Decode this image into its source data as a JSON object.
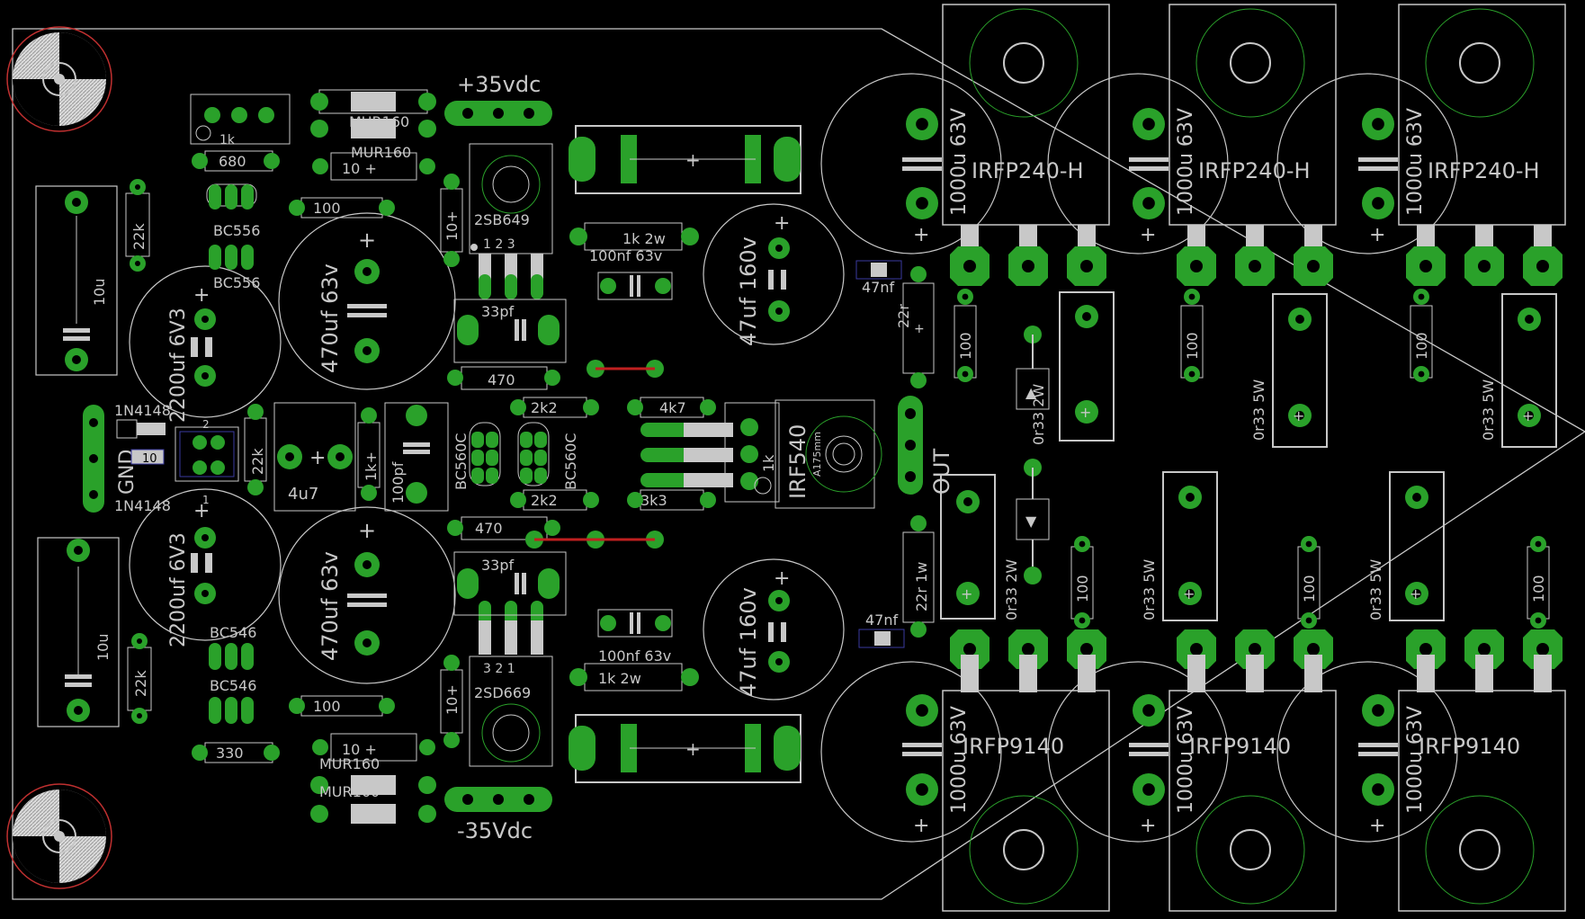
{
  "colors": {
    "background": "#000000",
    "silkscreen": "#c8c8c8",
    "pad": "#2aa12a",
    "drill": "#000000",
    "trace_red": "#c02020",
    "outline_red": "#c03030",
    "smd_blue": "#3a3aa0"
  },
  "power_labels": {
    "pos": "+35vdc",
    "neg": "-35Vdc",
    "gnd": "GND",
    "out": "OUT"
  },
  "labels": {
    "r1k_top": "1k",
    "r680": "680",
    "mur_a": "MUR160",
    "mur_b": "MUR160",
    "mur_c": "MUR160",
    "mur_d": "MUR160",
    "r10_top": "10 +",
    "r10_bot": "10 +",
    "r100_top": "100",
    "r100_bot": "100",
    "r22k_top": "22k",
    "r22k_bot": "22k",
    "c10u_top": "10u",
    "c10u_bot": "10u",
    "bc556_a": "BC556",
    "bc556_b": "BC556",
    "bc546_a": "BC546",
    "bc546_b": "BC546",
    "r330": "330",
    "c2200_top": "2200uf 6V3",
    "c2200_bot": "2200uf 6V3",
    "c470_top": "470uf 63v",
    "c470_bot": "470uf 63v",
    "c10p_top": "10+",
    "c10p_bot": "10+",
    "q_2sb649": "2SB649",
    "q_2sd669": "2SD669",
    "pins_top": "1  2  3",
    "pins_bot": "3  2  1",
    "c33pf_top": "33pf",
    "c33pf_bot": "33pf",
    "r470_top": "470",
    "r470_bot": "470",
    "r1k2w_top": "1k 2w",
    "r1k2w_bot": "1k 2w",
    "c100nf_top": "100nf 63v",
    "c100nf_bot": "100nf 63v",
    "c47uf_top": "47uf 160v",
    "c47uf_bot": "47uf 160v",
    "c47nf_top": "47nf",
    "c47nf_bot": "47nf",
    "r22r1w_top": "22r",
    "r22r1w_bot": "22r 1w",
    "d1n4148_a": "1N4148",
    "d1n4148_b": "1N4148",
    "r22k_mid": "22k",
    "c4u7": "4u7",
    "r1k_mid": "1k+",
    "c100pf": "100pf",
    "bc560c_a": "BC560C",
    "bc560c_b": "BC560C",
    "r2k2_a": "2k2",
    "r2k2_b": "2k2",
    "r4k7": "4k7",
    "r3k3": "3k3",
    "irf540": "IRF540",
    "r1k_trim": "1k",
    "a175": "A175mm",
    "r0r33_2w_a": "0r33 2W",
    "r0r33_2w_b": "0r33 2W",
    "r0r33_5w_a": "0r33 5W",
    "r0r33_5w_b": "0r33 5W",
    "r0r33_5w_c": "0r33 5W",
    "r0r33_5w_d": "0r33 5W",
    "r100_emit": "100",
    "c1000u": "1000u 63V",
    "irfp240": "IRFP240-H",
    "irfp9140": "IRFP9140",
    "num10": "10",
    "num2": "2",
    "num1": "1"
  }
}
